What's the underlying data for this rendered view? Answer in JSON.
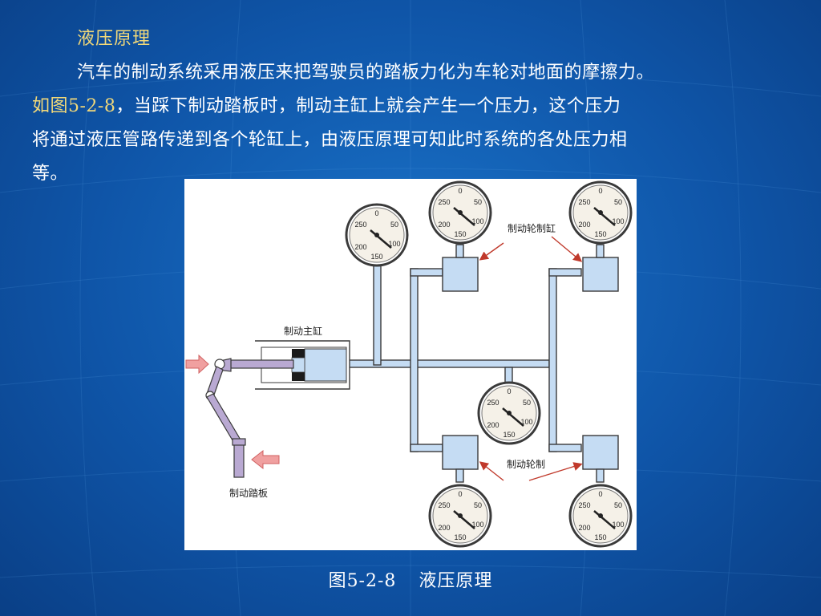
{
  "heading": "液压原理",
  "paragraph": {
    "line1": "汽车的制动系统采用液压来把驾驶员的踏板力化为车轮对地面的摩擦力。",
    "ref": "如图5-2-8",
    "line2": "，当踩下制动踏板时，制动主缸上就会产生一个压力，这个压力",
    "line3": "将通过液压管路传递到各个轮缸上，由液压原理可知此时系统的各处压力相",
    "line4": "等。"
  },
  "figure": {
    "labels": {
      "master_cylinder": "制动主缸",
      "wheel_cylinder_top": "制动轮制缸",
      "wheel_cylinder_bottom": "制动轮制",
      "brake_pedal": "制动踏板"
    },
    "gauge_ticks": [
      "0",
      "50",
      "100",
      "150",
      "200",
      "250"
    ],
    "colors": {
      "fluid": "#c5dcf3",
      "stroke": "#3a3a3a",
      "arrow_red": "#c0392b",
      "arrow_pink": "#f0a0a0",
      "linkage": "#b9a9d2"
    }
  },
  "caption": {
    "number": "图5-2-8",
    "title": "液压原理"
  }
}
